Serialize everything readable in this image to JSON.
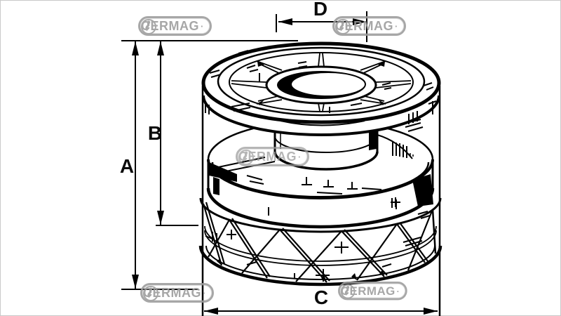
{
  "watermark": {
    "text": "CERMAG",
    "registered_mark": "·"
  },
  "dimension_labels": {
    "a": "A",
    "b": "B",
    "c": "C",
    "d": "D"
  },
  "colors": {
    "ink": "#000000",
    "paper": "#ffffff",
    "watermark_gray": "#9b9b9b"
  }
}
